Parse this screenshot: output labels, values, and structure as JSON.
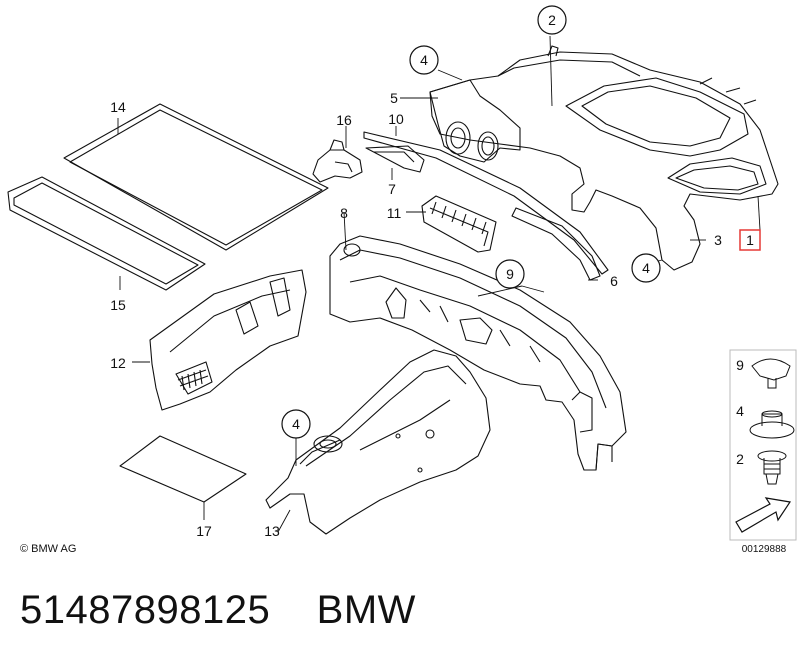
{
  "callouts": {
    "c1": "1",
    "c2": "2",
    "c3": "3",
    "c4a": "4",
    "c4b": "4",
    "c4c": "4",
    "c5": "5",
    "c6": "6",
    "c7": "7",
    "c8": "8",
    "c9": "9",
    "c10": "10",
    "c11": "11",
    "c12": "12",
    "c13": "13",
    "c14": "14",
    "c15": "15",
    "c16": "16",
    "c17": "17"
  },
  "highlight_color": "#e53935",
  "legend": {
    "items": [
      {
        "label": "9",
        "icon": "clip-icon"
      },
      {
        "label": "4",
        "icon": "nut-icon"
      },
      {
        "label": "2",
        "icon": "expanding-rivet-icon"
      }
    ],
    "arrow_icon": "direction-arrow-icon",
    "ref_number": "00129888"
  },
  "copyright": "© BMW AG",
  "caption": {
    "part_number": "51487898125",
    "brand": "BMW"
  }
}
